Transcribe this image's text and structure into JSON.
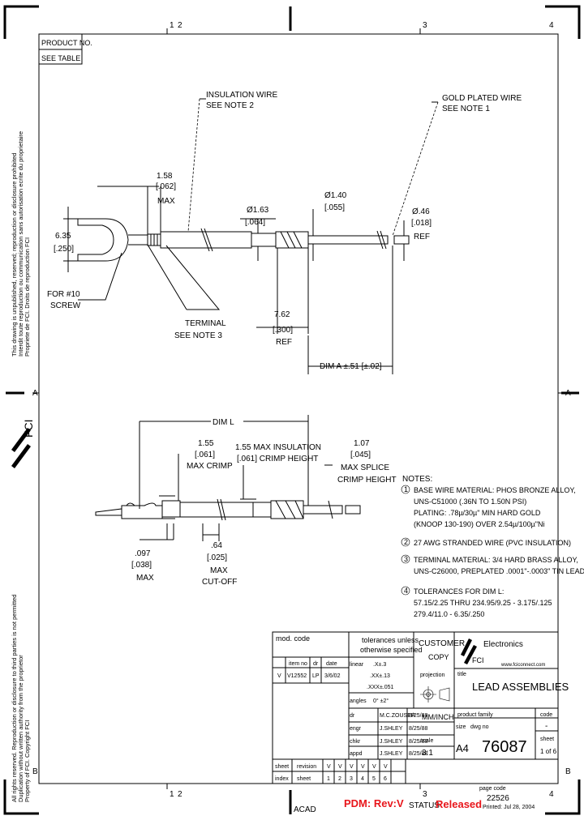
{
  "zones": {
    "top": [
      "1",
      "2",
      "3",
      "4"
    ],
    "bottom": [
      "1",
      "2",
      "3",
      "4"
    ],
    "left": [
      "A",
      "B"
    ],
    "right": [
      "A",
      "B"
    ]
  },
  "product_box": {
    "label": "PRODUCT NO.",
    "value": "SEE TABLE"
  },
  "left_margin": {
    "upper": [
      "This drawing is unpublished, reserved; reproduction or disclosure prohibited",
      "Interdit toute reproduction ou communication sans autorisation ecrite du proprietaire",
      "Propriete de FCI. Droits de reproduction FCI"
    ],
    "logo": "FCI",
    "lower": [
      "All rights reserved. Reproduction or disclosure to third parties is not permitted",
      "Duplication without written authority from the proprietor",
      "Property of FCI. Copyright FCI"
    ]
  },
  "view_top": {
    "callouts": {
      "insulation": [
        "INSULATION WIRE",
        "SEE NOTE 2"
      ],
      "gold": [
        "GOLD PLATED WIRE",
        "SEE NOTE 1"
      ],
      "terminal": [
        "TERMINAL",
        "SEE NOTE 3"
      ],
      "screw": [
        "FOR #10",
        "SCREW"
      ]
    },
    "dims": {
      "d158": [
        "1.58",
        "[.062]",
        "MAX"
      ],
      "d635": [
        "6.35",
        "[.250]"
      ],
      "d163": [
        "Ø1.63",
        "[.064]"
      ],
      "d140": [
        "Ø1.40",
        "[.055]"
      ],
      "d046": [
        "Ø.46",
        "[.018]",
        "REF"
      ],
      "d762": [
        "7.62",
        "[.300]",
        "REF"
      ],
      "dima": "DIM A ±.51 [±.02]"
    }
  },
  "view_bottom": {
    "diml": "DIM L",
    "dims": {
      "d155": [
        "1.55",
        "[.061]",
        "MAX CRIMP"
      ],
      "d155ins": [
        "1.55 MAX INSULATION",
        "[.061] CRIMP HEIGHT"
      ],
      "d107": [
        "1.07",
        "[.045]",
        "MAX SPLICE",
        "CRIMP HEIGHT"
      ],
      "d097": [
        ".097",
        "[.038]",
        "MAX"
      ],
      "d064": [
        ".64",
        "[.025]",
        "MAX",
        "CUT-OFF"
      ]
    }
  },
  "notes": {
    "title": "NOTES:",
    "items": [
      {
        "num": "1",
        "lines": [
          "BASE WIRE MATERIAL: PHOS BRONZE ALLOY,",
          "UNS-C51000 (.36N TO 1.50N PSI)",
          "PLATING: .78µ/30µ\" MIN HARD GOLD",
          "(KNOOP 130-190) OVER 2.54µ/100µ\"Ni"
        ]
      },
      {
        "num": "2",
        "lines": [
          "27 AWG STRANDED WIRE (PVC INSULATION)"
        ]
      },
      {
        "num": "3",
        "lines": [
          "TERMINAL MATERIAL: 3/4 HARD BRASS ALLOY,",
          "UNS-C26000, PREPLATED .0001\"-.0003\" TIN LEAD"
        ]
      },
      {
        "num": "4",
        "lines": [
          "TOLERANCES FOR DIM L:",
          "57.15/2.25 THRU 234.95/9.25 - 3.175/.125",
          "279.4/11.0 - 6.35/.250"
        ]
      }
    ]
  },
  "title_block": {
    "mod_code": "mod. code",
    "tol_head": [
      "tolerances unless",
      "otherwise specified"
    ],
    "customer": [
      "CUSTOMER",
      "COPY"
    ],
    "brand": "Electronics",
    "brand_sub": "FCI",
    "website": "www.fciconnect.com",
    "rev_head": [
      "item no",
      "dr",
      "date"
    ],
    "rev_row": [
      "V",
      "V12552",
      "LP",
      "3/6/02"
    ],
    "linear": "linear",
    "tol_lines": [
      ".X±.3",
      ".XX±.13",
      ".XXX±.051"
    ],
    "angles": "angles",
    "angle_tol": "0° ±2°",
    "projection": "projection",
    "title_label": "title",
    "title": "LEAD ASSEMBLIES",
    "people": [
      {
        "role": "dr",
        "name": "M.C.ZOUSER",
        "date": "8/25/88"
      },
      {
        "role": "engr",
        "name": "J.SHLEY",
        "date": "8/25/88"
      },
      {
        "role": "chkr",
        "name": "J.SHLEY",
        "date": "8/25/88"
      },
      {
        "role": "appd",
        "name": "J.SHLEY",
        "date": "8/25/88"
      }
    ],
    "units": "MM/INCH",
    "product_family_label": "product family",
    "size_label": "size",
    "size": "A4",
    "dwg_label": "dwg no",
    "dwg_no": "76087",
    "code_label": "code",
    "code": "-",
    "scale_label": "scale",
    "scale": "3:1",
    "sheet_label": "sheet",
    "sheet": "1 of 6",
    "sheet_rev_head": [
      "sheet",
      "revision",
      "V",
      "V",
      "V",
      "V",
      "V",
      "V"
    ],
    "sheet_rev_row": [
      "index",
      "sheet",
      "1",
      "2",
      "3",
      "4",
      "5",
      "6"
    ]
  },
  "footer": {
    "acad": "ACAD",
    "pdm": "PDM: Rev:V",
    "status_label": "STATUS",
    "status": "Released",
    "page_code_label": "page code",
    "page_code": "22526",
    "printed": "Printed: Jul 28, 2004"
  }
}
